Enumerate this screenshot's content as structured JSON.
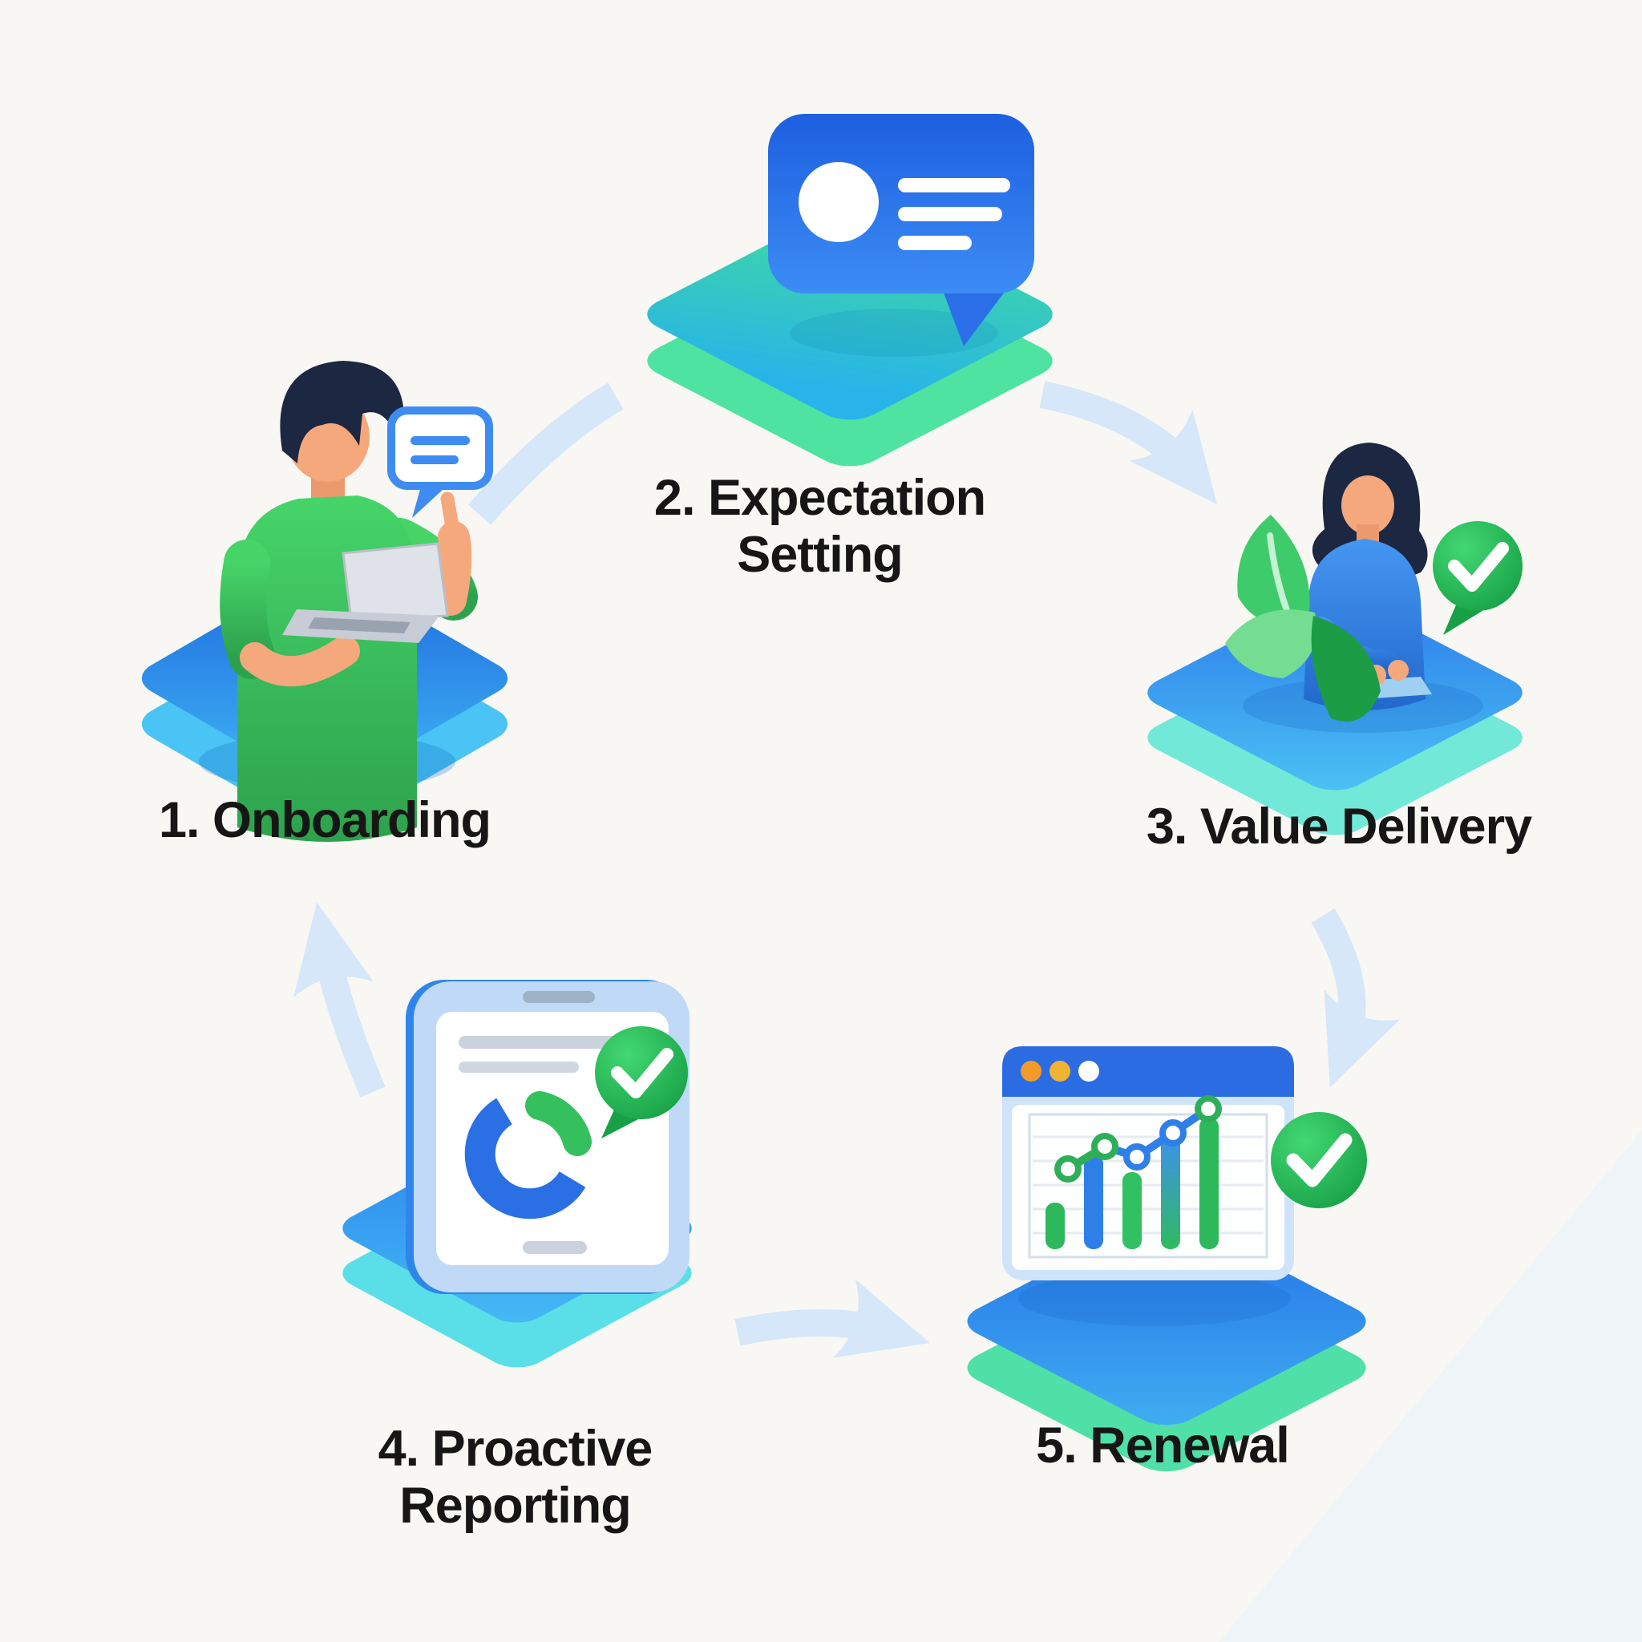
{
  "page": {
    "background": "#f8f7f3",
    "corner_shade_color": "#eef4f7",
    "arrow_color": "#d5e7f8",
    "text_color": "#161616"
  },
  "palette": {
    "platform_blue_dark": "#1c66dd",
    "platform_blue_light": "#42b8f5",
    "platform_green": "#41dd9a",
    "platform_teal": "#28b3ea",
    "edge_cyan": "#49c4f4",
    "edge_mint": "#4fe0a8",
    "check_green": "#1da14b",
    "bubble_blue": "#2a6fe8",
    "bar_green": "#2eb85c",
    "bar_blue": "#2e7fe8",
    "skin": "#f4a87c",
    "hair_navy": "#1c2742",
    "shirt_green": "#35b554",
    "shirt_blue": "#2f7de0"
  },
  "steps": [
    {
      "id": "1",
      "label": "1. Onboarding",
      "icon": "man-at-laptop-on-platform"
    },
    {
      "id": "2",
      "label": "2. Expectation Setting",
      "icon": "chat-message-bubble-on-platform"
    },
    {
      "id": "3",
      "label": "3. Value Delivery",
      "icon": "woman-with-leaves-and-check-on-platform"
    },
    {
      "id": "4",
      "label": "4. Proactive Reporting",
      "icon": "phone-donut-report-with-check-on-platform"
    },
    {
      "id": "5",
      "label": "5. Renewal",
      "icon": "browser-growth-chart-with-check-on-platform"
    }
  ],
  "arrows": [
    {
      "from": "1",
      "to": "2"
    },
    {
      "from": "2",
      "to": "3"
    },
    {
      "from": "3",
      "to": "5"
    },
    {
      "from": "4",
      "to": "5"
    },
    {
      "from": "4",
      "to": "1"
    }
  ],
  "reporting_donut": {
    "segments": [
      {
        "color": "blue",
        "fraction": 0.7
      },
      {
        "color": "green",
        "fraction": 0.18
      }
    ]
  },
  "renewal_chart": {
    "type": "bar+line",
    "bar_relative_heights": [
      58,
      118,
      96,
      148,
      170
    ],
    "bar_colors": [
      "green",
      "blue",
      "green",
      "blue-green",
      "green"
    ],
    "line_trend": "rising"
  }
}
